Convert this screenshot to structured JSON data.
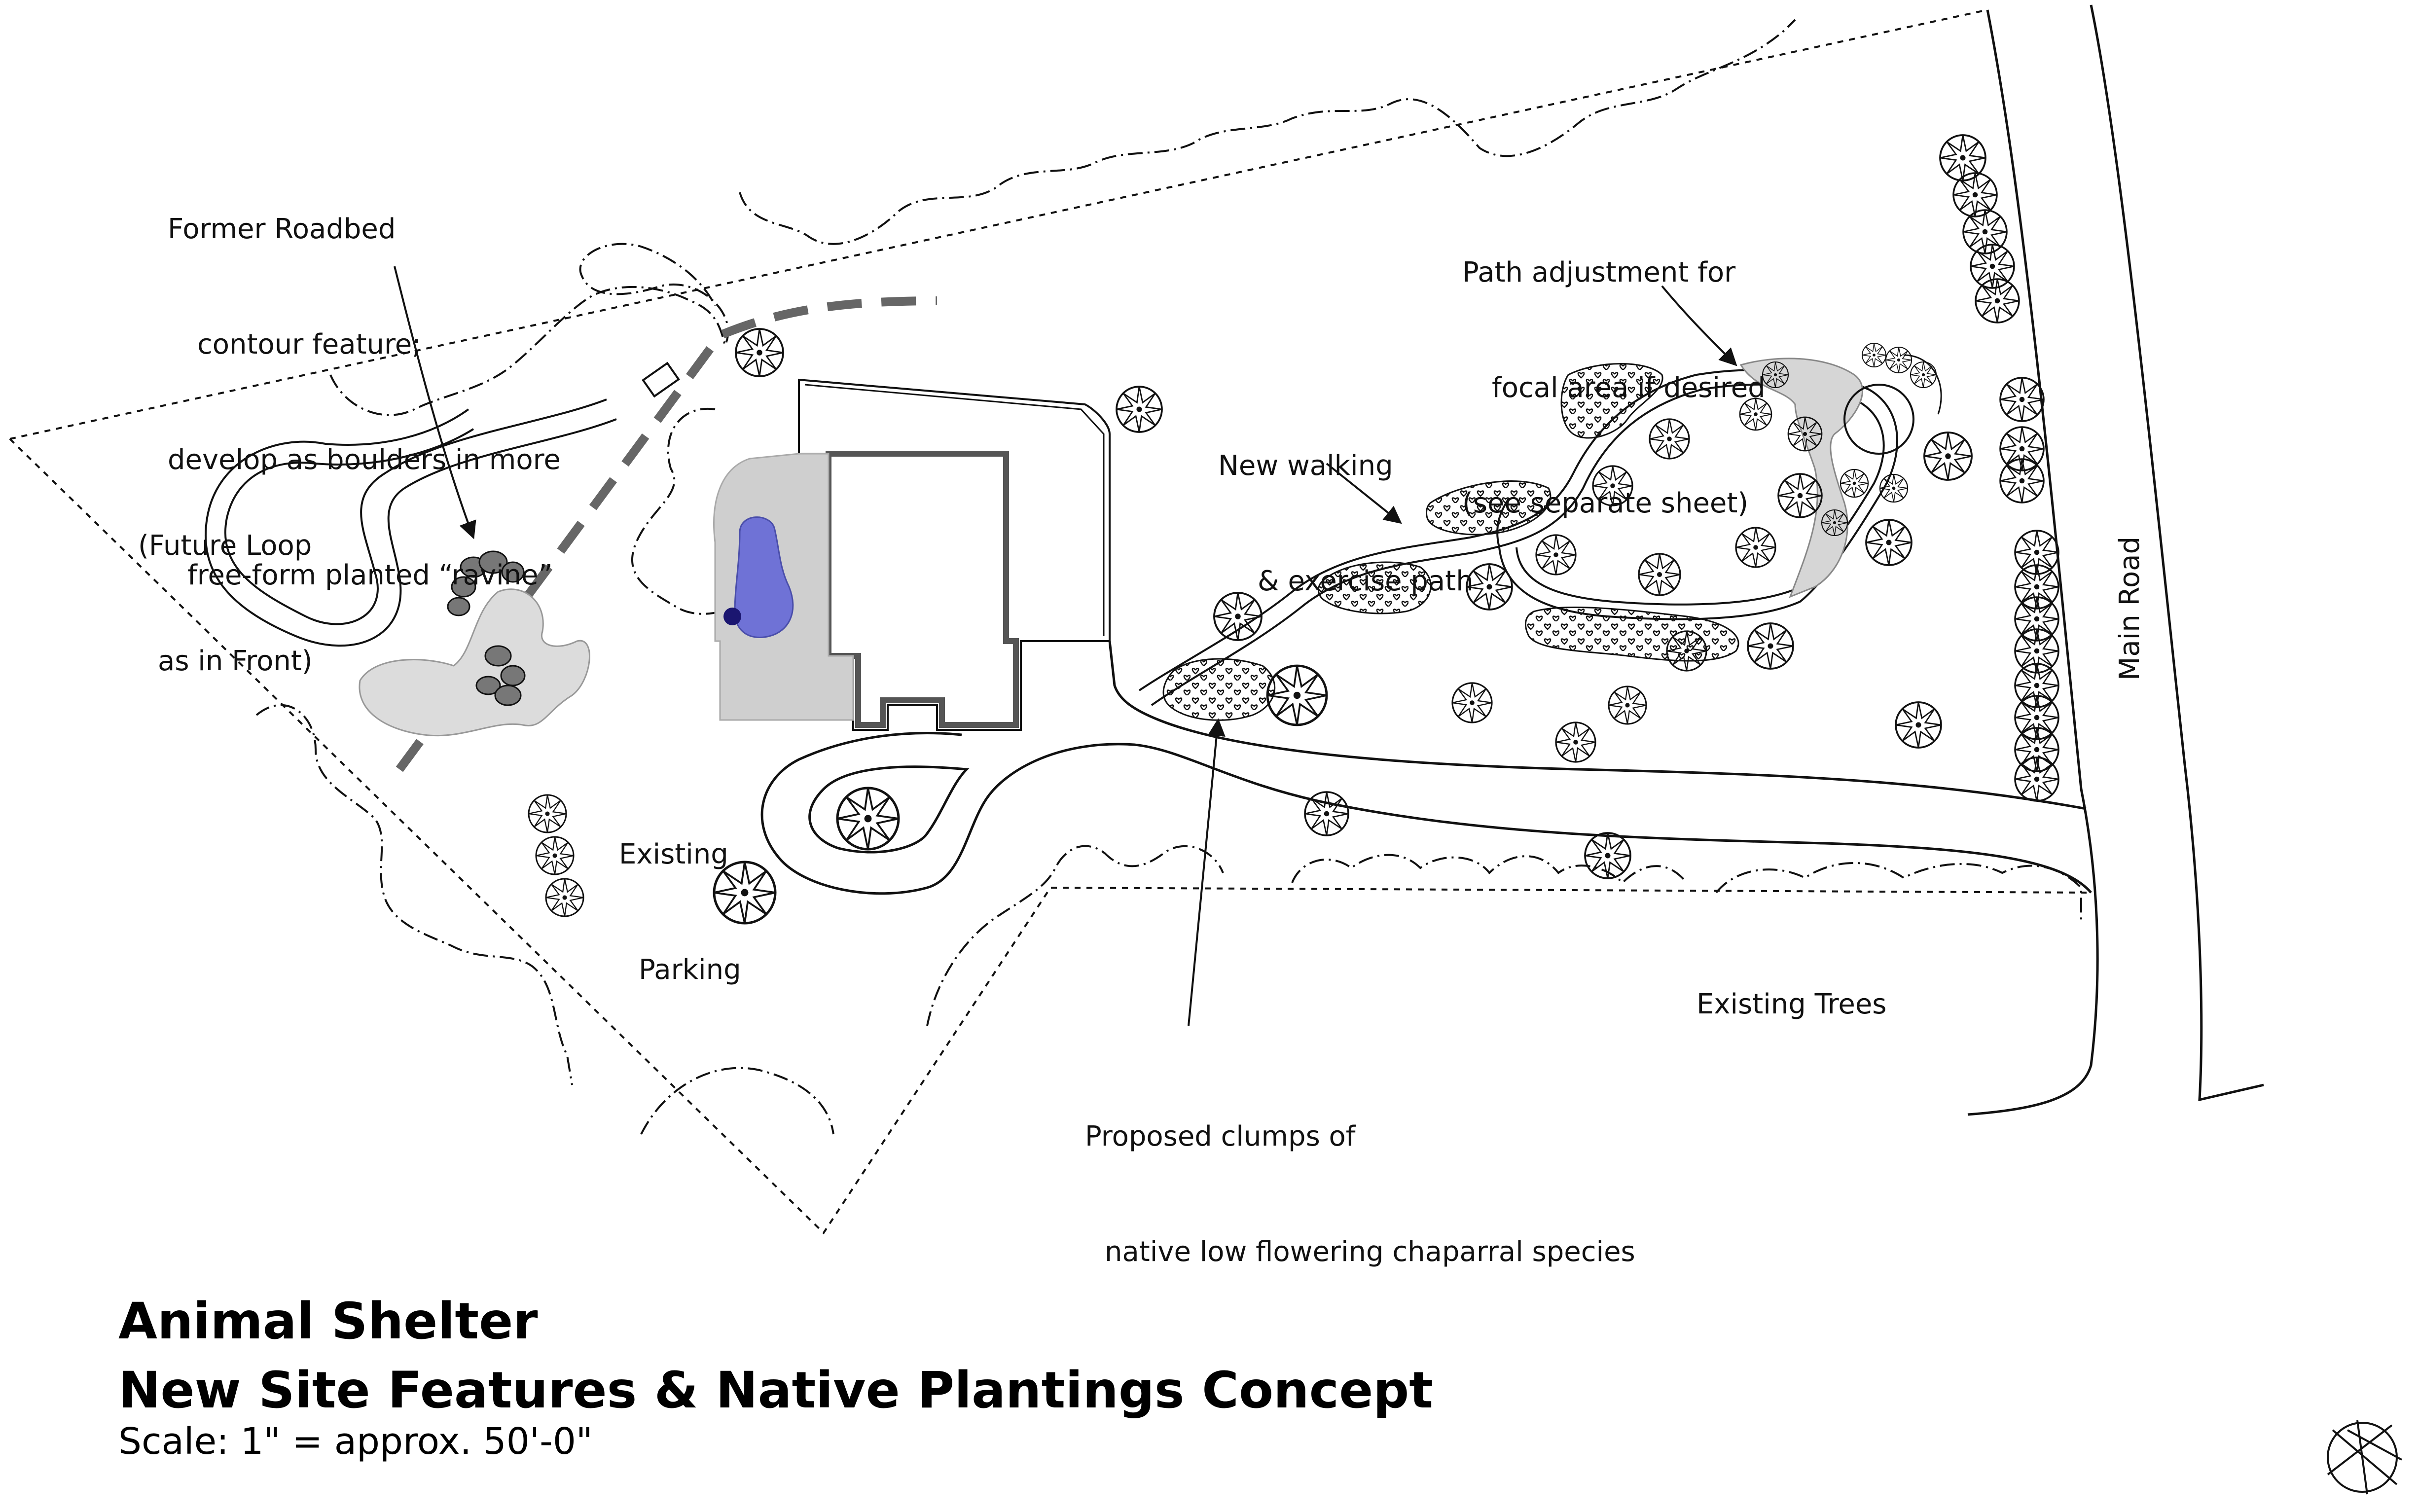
{
  "labels": {
    "roadbed": [
      "Former Roadbed",
      "contour feature;",
      "develop as boulders in more",
      "free-form planted “ravine”"
    ],
    "future_loop": [
      "(Future Loop",
      "as in Front)"
    ],
    "parking": [
      "Existing",
      "Parking"
    ],
    "walking_path": [
      "New walking",
      "& exercise path"
    ],
    "path_adjustment": [
      "Path adjustment for",
      "focal area if desired",
      "(see separate sheet)"
    ],
    "chaparral": [
      "Proposed clumps of",
      "native low flowering chaparral species"
    ],
    "existing_trees": "Existing Trees",
    "main_road": "Main Road"
  },
  "title": {
    "line1": "Animal Shelter",
    "line2": "New Site Features & Native Plantings Concept",
    "scale": "Scale: 1\" = approx. 50'-0\""
  },
  "colors": {
    "pond": "#6f72d6",
    "pond_dot": "#1b1670",
    "gray_area": "#cfcfcf",
    "line": "#111111"
  }
}
